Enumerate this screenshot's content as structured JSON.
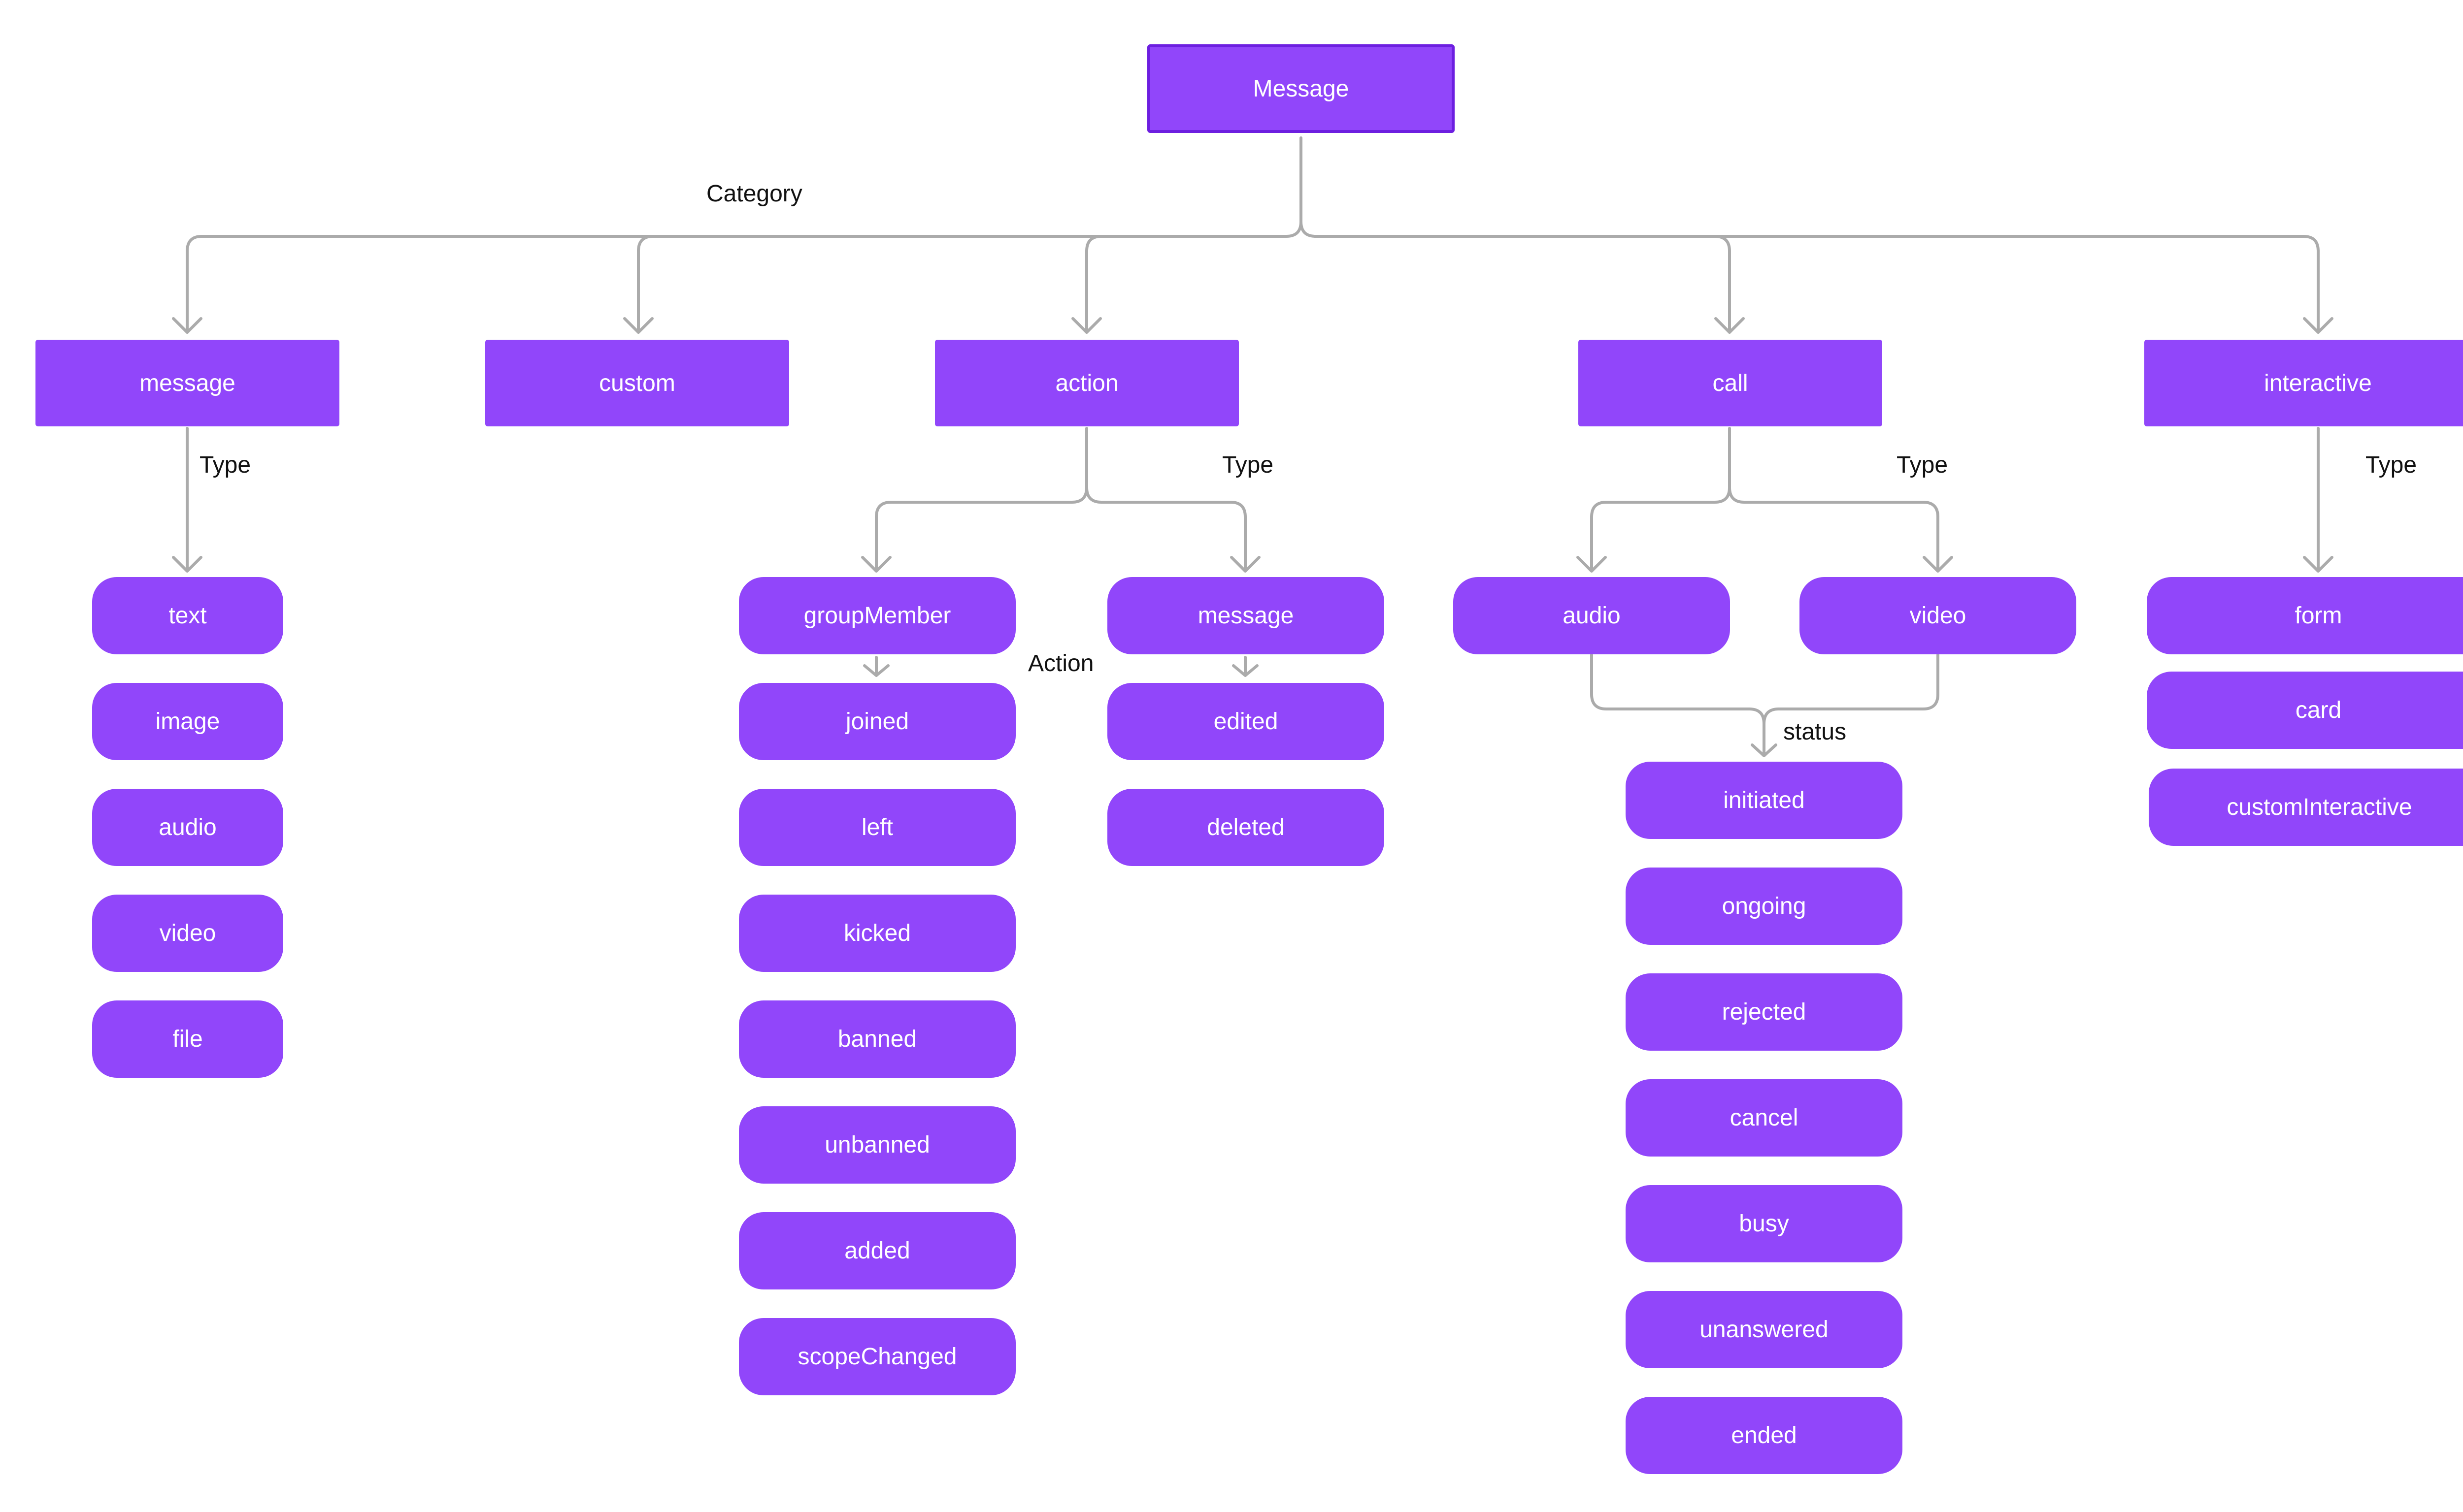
{
  "root": {
    "label": "Message"
  },
  "categories": {
    "message": "message",
    "custom": "custom",
    "action": "action",
    "call": "call",
    "interactive": "interactive"
  },
  "message_types": [
    "text",
    "image",
    "audio",
    "video",
    "file"
  ],
  "action_types": {
    "group_member": "groupMember",
    "message": "message"
  },
  "group_member_actions": [
    "joined",
    "left",
    "kicked",
    "banned",
    "unbanned",
    "added",
    "scopeChanged"
  ],
  "message_actions": [
    "edited",
    "deleted"
  ],
  "call_types": {
    "audio": "audio",
    "video": "video"
  },
  "call_statuses": [
    "initiated",
    "ongoing",
    "rejected",
    "cancel",
    "busy",
    "unanswered",
    "ended"
  ],
  "interactive_types": [
    "form",
    "card",
    "customInteractive"
  ],
  "edge_labels": {
    "category": "Category",
    "message_type": "Type",
    "action_type": "Type",
    "call_type": "Type",
    "interactive_type": "Type",
    "action": "Action",
    "status": "status"
  },
  "colors": {
    "node_fill": "#9146fa",
    "root_border": "#6d1fe0",
    "node_text": "#ffffff",
    "connector": "#ababab",
    "label_text": "#111111"
  }
}
